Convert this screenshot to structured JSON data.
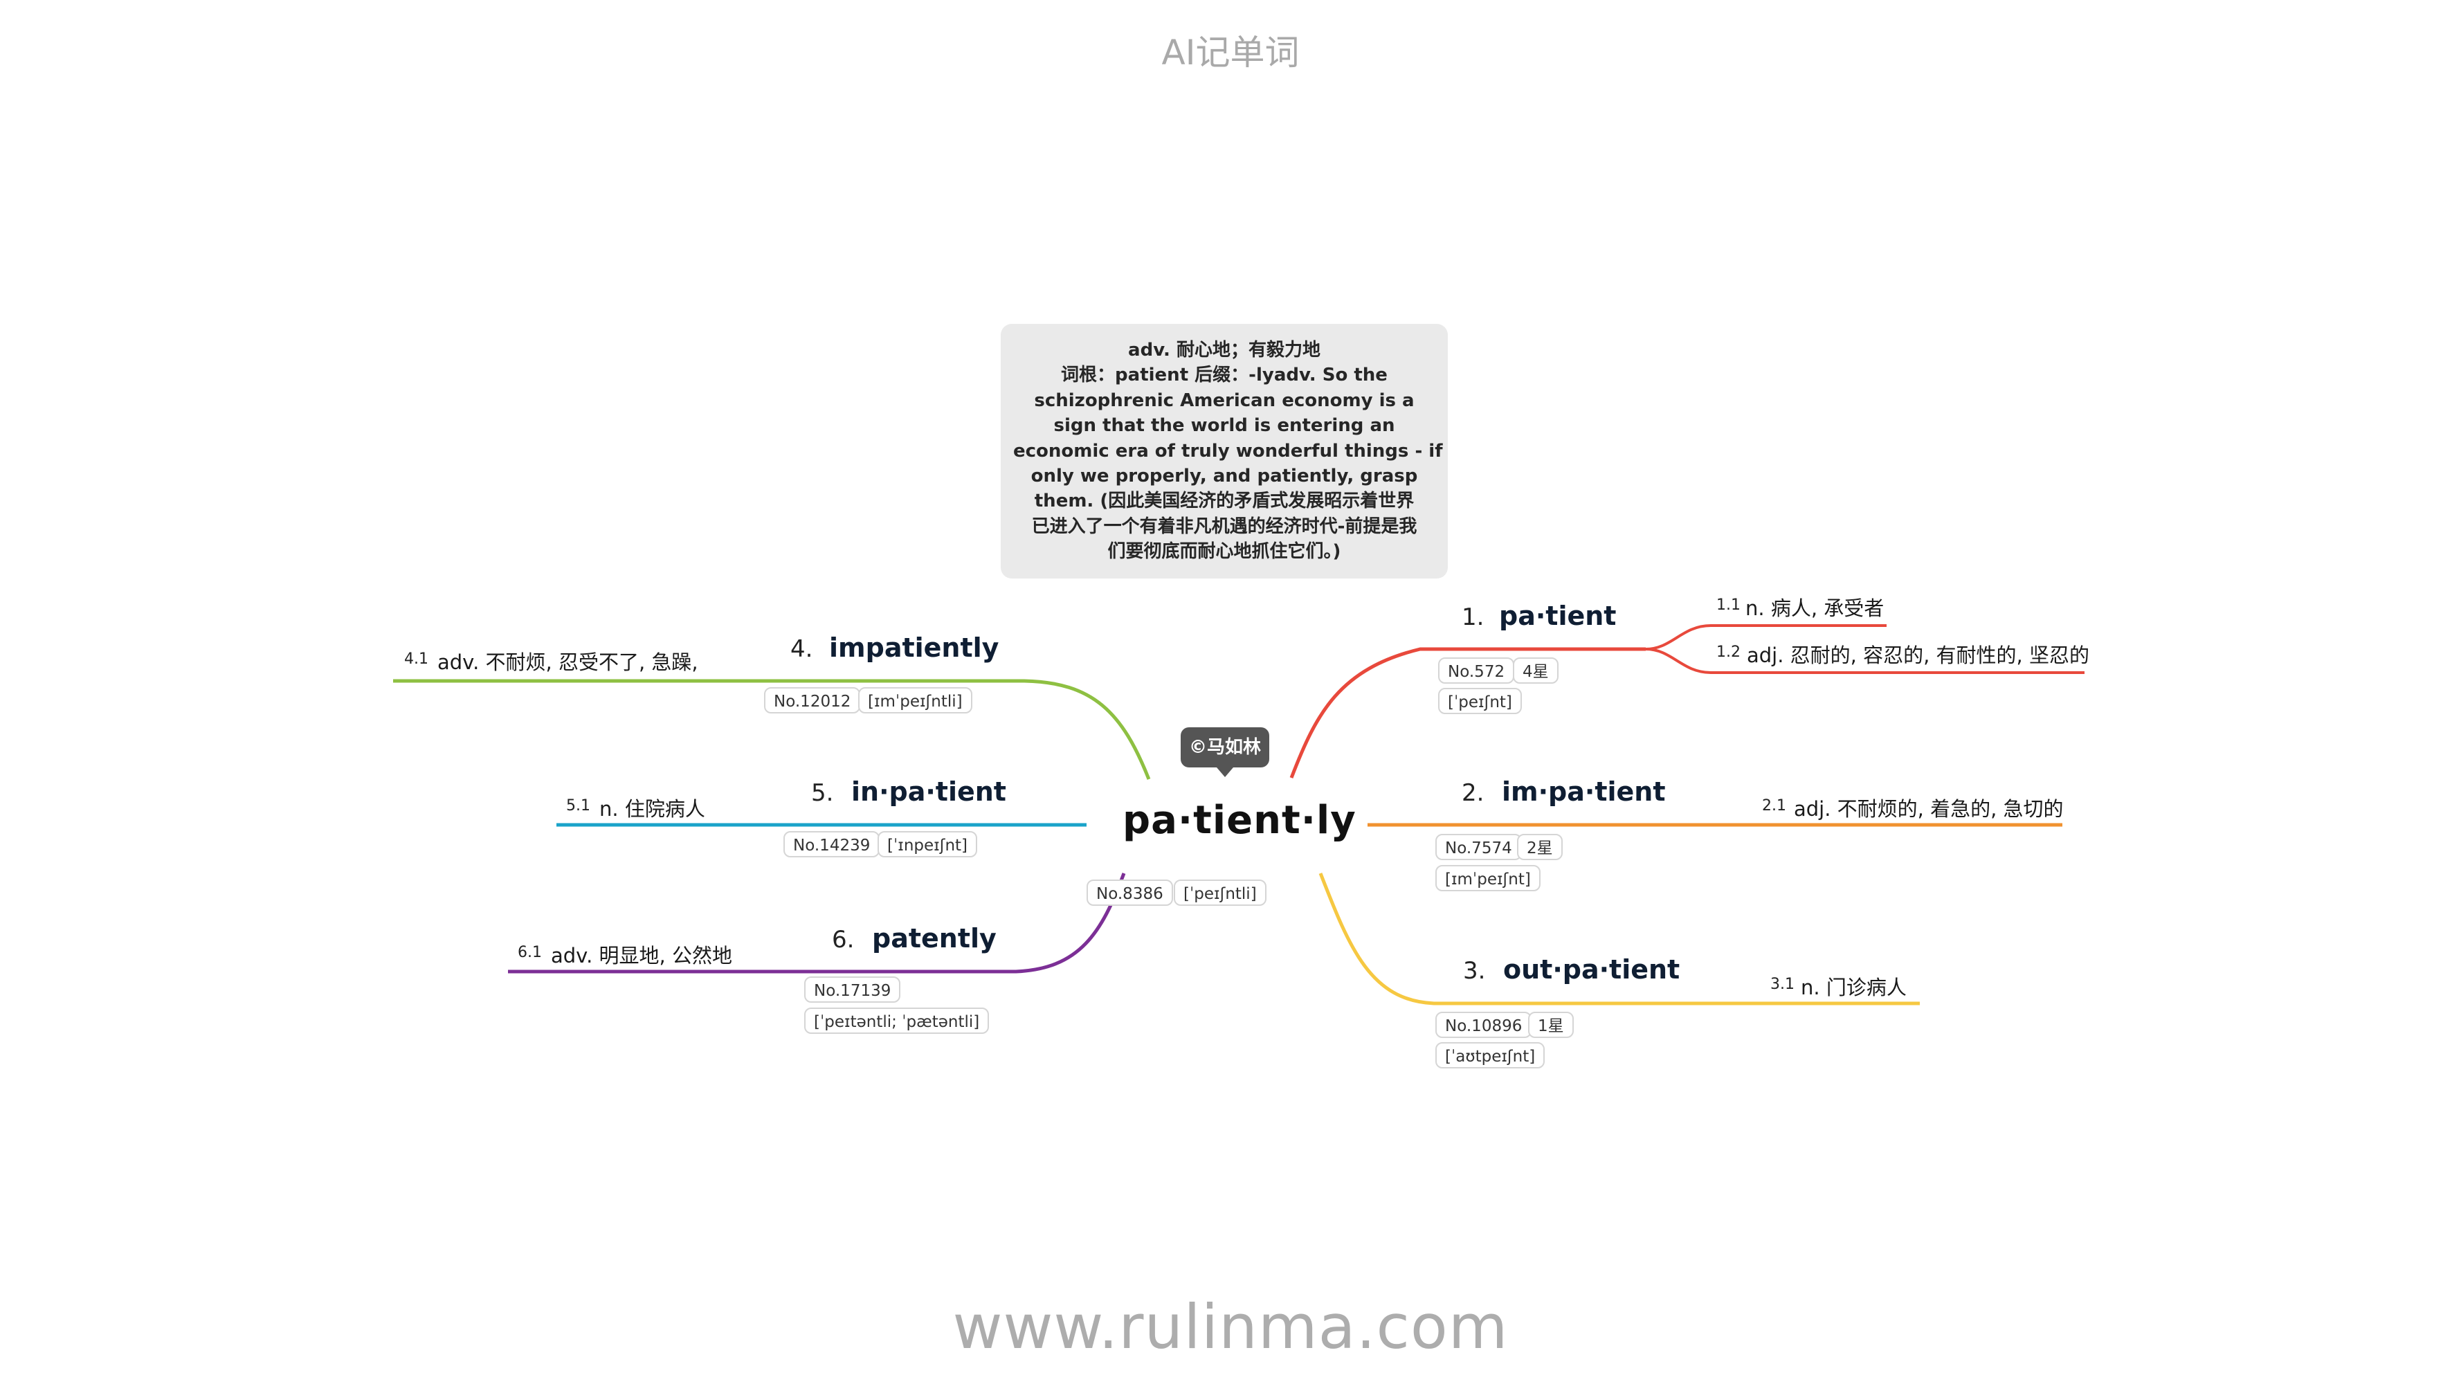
{
  "app_title": "AI记单词",
  "footer_url": "www.rulinma.com",
  "note_lines": [
    "adv. 耐心地；有毅力地",
    "词根：patient 后缀：-lyadv. So the",
    "schizophrenic American economy is a",
    "sign that the world is entering an",
    "economic era of truly wonderful things - if",
    "only we properly, and patiently, grasp",
    "them. (因此美国经济的矛盾式发展昭示着世界",
    "已进入了一个有着非凡机遇的经济时代-前提是我",
    "们要彻底而耐心地抓住它们。)"
  ],
  "center": {
    "word": "pa·tient·ly",
    "copyright": "©马如林",
    "rank": "No.8386",
    "phonetic": "[ˈpeɪʃntli]"
  },
  "colors": {
    "red": "#e8493c",
    "orange": "#f0922f",
    "yellow": "#f6c842",
    "green": "#8ec042",
    "blue": "#1aa3c9",
    "purple": "#7c2f96"
  },
  "branches": [
    {
      "num": "1.",
      "word": "pa·tient",
      "rank": "No.572",
      "stars": "4星",
      "phonetic": "[ˈpeɪʃnt]",
      "senses": [
        {
          "num": "1.1",
          "def": "n. 病人, 承受者"
        },
        {
          "num": "1.2",
          "def": "adj. 忍耐的, 容忍的, 有耐性的, 坚忍的"
        }
      ]
    },
    {
      "num": "2.",
      "word": "im·pa·tient",
      "rank": "No.7574",
      "stars": "2星",
      "phonetic": "[ɪmˈpeɪʃnt]",
      "senses": [
        {
          "num": "2.1",
          "def": "adj. 不耐烦的, 着急的, 急切的"
        }
      ]
    },
    {
      "num": "3.",
      "word": "out·pa·tient",
      "rank": "No.10896",
      "stars": "1星",
      "phonetic": "[ˈaʊtpeɪʃnt]",
      "senses": [
        {
          "num": "3.1",
          "def": "n. 门诊病人"
        }
      ]
    },
    {
      "num": "4.",
      "word": "impatiently",
      "rank": "No.12012",
      "phonetic": "[ɪmˈpeɪʃntli]",
      "senses": [
        {
          "num": "4.1",
          "def": "adv. 不耐烦, 忍受不了, 急躁,"
        }
      ]
    },
    {
      "num": "5.",
      "word": "in·pa·tient",
      "rank": "No.14239",
      "phonetic": "[ˈɪnpeɪʃnt]",
      "senses": [
        {
          "num": "5.1",
          "def": "n. 住院病人"
        }
      ]
    },
    {
      "num": "6.",
      "word": "patently",
      "rank": "No.17139",
      "phonetic": "[ˈpeɪtəntli; ˈpætəntli]",
      "senses": [
        {
          "num": "6.1",
          "def": "adv. 明显地, 公然地"
        }
      ]
    }
  ]
}
